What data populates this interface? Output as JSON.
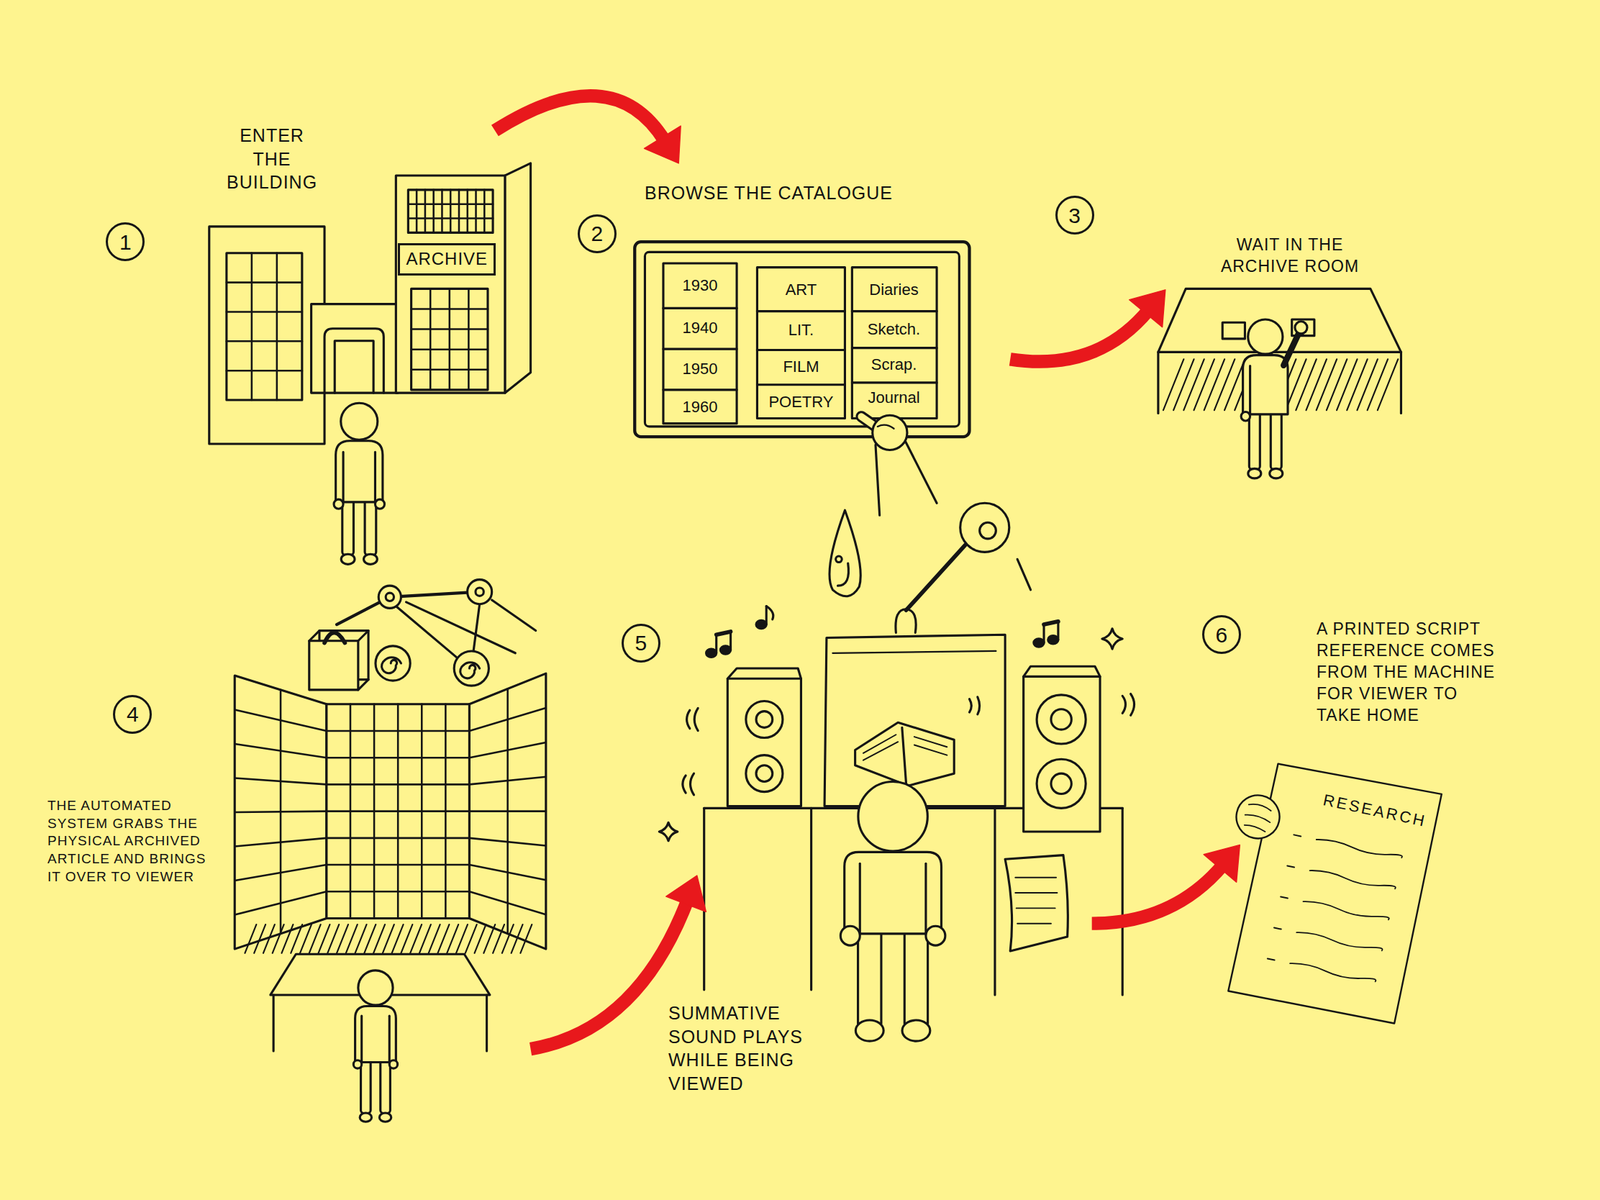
{
  "diagram": {
    "nodes": [
      {
        "text": [
          "1"
        ]
      },
      {
        "text": [
          "ARCHIVE"
        ]
      },
      {
        "text": [
          "2"
        ]
      },
      {
        "text": [
          "3"
        ]
      },
      {
        "text": [
          "4"
        ]
      },
      {
        "text": [
          "5"
        ]
      },
      {
        "text": [
          "6"
        ]
      },
      {
        "text": [
          "RESEARCH"
        ]
      }
    ],
    "labels": [
      "ENTER THE BUILDING",
      "BROWSE THE CATALOGUE",
      "1930",
      "ART",
      "Diaries",
      "1940",
      "LIT.",
      "Sketch.",
      "1950",
      "FILM",
      "Scrap.",
      "1960",
      "POETRY",
      "Journal",
      "WAIT IN THE ARCHIVE ROOM",
      "THE AUTOMATED SYSTEM GRABS THE PHYSICAL ARCHIVED ARTICLE AND BRINGS IT OVER TO VIEWER",
      "SUMMATIVE SOUND PLAYS WHILE BEING VIEWED",
      "A PRINTED SCRIPT REFERENCE COMES FROM THE MACHINE FOR VIEWER TO TAKE HOME"
    ]
  }
}
